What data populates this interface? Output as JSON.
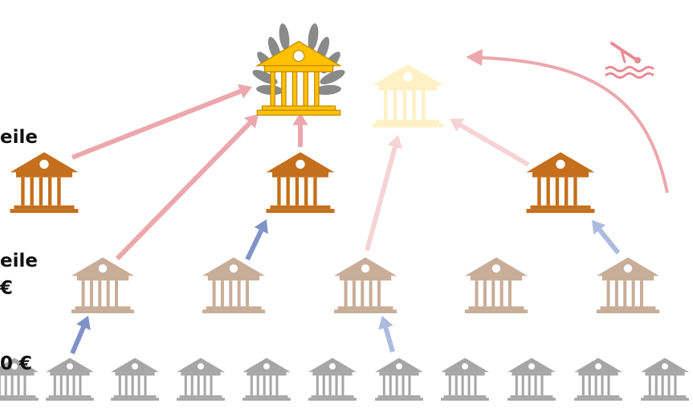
{
  "labels": {
    "row1_suffix": "eile",
    "row2_suffix": "eile",
    "row2_currency": "€",
    "row3_amount": "0 €"
  },
  "colors": {
    "gold": "#ffc000",
    "gold_faded": "#fff1c6",
    "bronze": "#c46f1c",
    "tan": "#c8ad98",
    "gray": "#a6a6a6",
    "laurel": "#8a8a8a",
    "arrow_red": "#eca7ad",
    "arrow_red_faded": "#f6d3d6",
    "arrow_blue": "#7f93c8",
    "arrow_blue_faded": "#adbbe0"
  },
  "icons": {
    "building": "bank-building-icon",
    "laurel": "laurel-wreath-icon",
    "diver": "diver-icon"
  }
}
